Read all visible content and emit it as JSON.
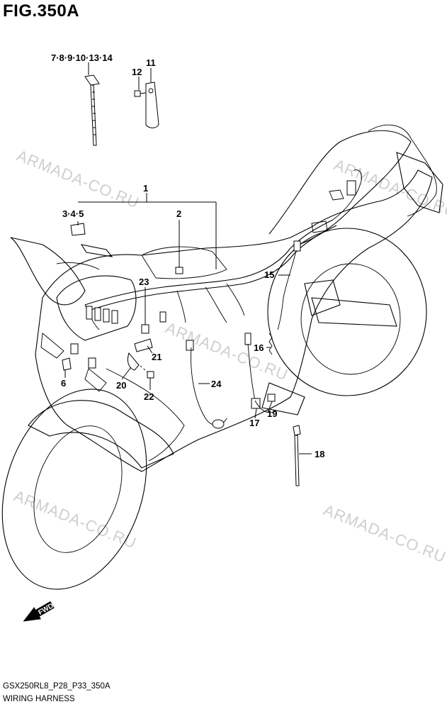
{
  "figure": {
    "title": "FIG.350A",
    "code": "GSX250RL8_P28_P33_350A",
    "name": "WIRING HARNESS"
  },
  "watermark": "ARMADA-CO.RU",
  "fwd_label": "FWD",
  "callouts": [
    {
      "id": "c-7-14",
      "label": "7·8·9·10·13·14"
    },
    {
      "id": "c-12",
      "label": "12"
    },
    {
      "id": "c-11",
      "label": "11"
    },
    {
      "id": "c-1",
      "label": "1"
    },
    {
      "id": "c-3-5",
      "label": "3·4·5"
    },
    {
      "id": "c-2",
      "label": "2"
    },
    {
      "id": "c-15",
      "label": "15"
    },
    {
      "id": "c-23",
      "label": "23"
    },
    {
      "id": "c-16",
      "label": "16"
    },
    {
      "id": "c-21",
      "label": "21"
    },
    {
      "id": "c-6",
      "label": "6"
    },
    {
      "id": "c-20",
      "label": "20"
    },
    {
      "id": "c-24",
      "label": "24"
    },
    {
      "id": "c-22",
      "label": "22"
    },
    {
      "id": "c-19",
      "label": "19"
    },
    {
      "id": "c-17",
      "label": "17"
    },
    {
      "id": "c-18",
      "label": "18"
    }
  ]
}
